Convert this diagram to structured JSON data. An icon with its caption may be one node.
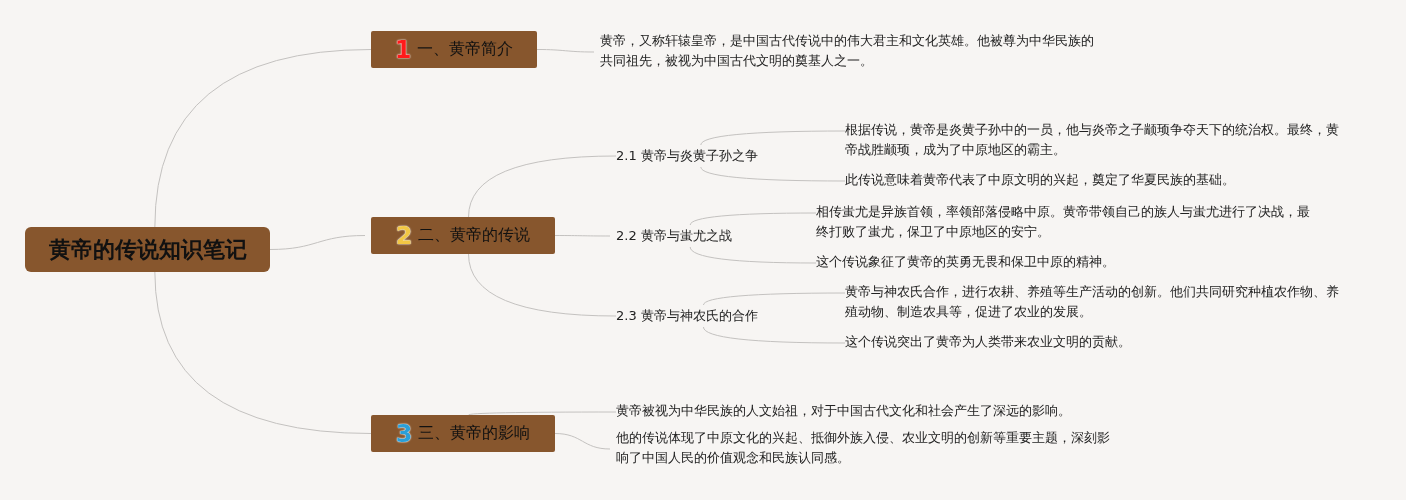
{
  "diagram": {
    "nodes": [
      {
        "text": [
          "黄帝的传说知识笔记"
        ]
      },
      {
        "text": [
          "1",
          "一、黄帝简介"
        ]
      },
      {
        "text": [
          "黄帝，又称轩辕皇帝，是中国古代传说中的伟大君主和文化英雄。他被尊为中华民族的共同祖先，被视为中国古代文明的奠基人之一。"
        ]
      },
      {
        "text": [
          "2",
          "二、黄帝的传说"
        ]
      },
      {
        "text": [
          "2.1 黄帝与炎黄子孙之争"
        ]
      },
      {
        "text": [
          "根据传说，黄帝是炎黄子孙中的一员，他与炎帝之子颛顼争夺天下的统治权。最终，黄帝战胜颛顼，成为了中原地区的霸主。"
        ]
      },
      {
        "text": [
          "此传说意味着黄帝代表了中原文明的兴起，奠定了华夏民族的基础。"
        ]
      },
      {
        "text": [
          "2.2 黄帝与蚩尤之战"
        ]
      },
      {
        "text": [
          "相传蚩尤是异族首领，率领部落侵略中原。黄帝带领自己的族人与蚩尤进行了决战，最终打败了蚩尤，保卫了中原地区的安宁。"
        ]
      },
      {
        "text": [
          "这个传说象征了黄帝的英勇无畏和保卫中原的精神。"
        ]
      },
      {
        "text": [
          "2.3 黄帝与神农氏的合作"
        ]
      },
      {
        "text": [
          "黄帝与神农氏合作，进行农耕、养殖等生产活动的创新。他们共同研究种植农作物、养殖动物、制造农具等，促进了农业的发展。"
        ]
      },
      {
        "text": [
          "这个传说突出了黄帝为人类带来农业文明的贡献。"
        ]
      },
      {
        "text": [
          "3",
          "三、黄帝的影响"
        ]
      },
      {
        "text": [
          "黄帝被视为中华民族的人文始祖，对于中国古代文化和社会产生了深远的影响。"
        ]
      },
      {
        "text": [
          "他的传说体现了中原文化的兴起、抵御外族入侵、农业文明的创新等重要主题，深刻影响了中国人民的价值观念和民族认同感。"
        ]
      }
    ],
    "edges": [
      {
        "from": 0,
        "to": 1,
        "arrow": "none"
      },
      {
        "from": 1,
        "to": 2,
        "arrow": "none"
      },
      {
        "from": 0,
        "to": 3,
        "arrow": "none"
      },
      {
        "from": 3,
        "to": 4,
        "arrow": "none"
      },
      {
        "from": 4,
        "to": 5,
        "arrow": "none"
      },
      {
        "from": 4,
        "to": 6,
        "arrow": "none"
      },
      {
        "from": 3,
        "to": 7,
        "arrow": "none"
      },
      {
        "from": 7,
        "to": 8,
        "arrow": "none"
      },
      {
        "from": 7,
        "to": 9,
        "arrow": "none"
      },
      {
        "from": 3,
        "to": 10,
        "arrow": "none"
      },
      {
        "from": 10,
        "to": 11,
        "arrow": "none"
      },
      {
        "from": 10,
        "to": 12,
        "arrow": "none"
      },
      {
        "from": 0,
        "to": 13,
        "arrow": "none"
      },
      {
        "from": 13,
        "to": 14,
        "arrow": "none"
      },
      {
        "from": 13,
        "to": 15,
        "arrow": "none"
      }
    ]
  }
}
